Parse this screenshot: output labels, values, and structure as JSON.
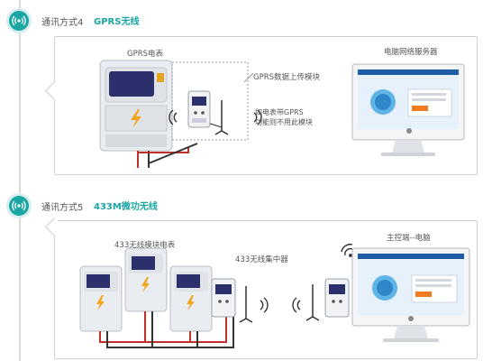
{
  "sections": [
    {
      "label": "通讯方式4",
      "title": "GPRS无线",
      "meter_caption": "GPRS电表",
      "module_caption": "GPRS数据上传模块",
      "note_line1": "如电表带GPRS",
      "note_line2": "功能则不用此模块",
      "server_caption": "电脑网络服务器"
    },
    {
      "label": "通讯方式5",
      "title": "433M微功无线",
      "meter_caption": "433无线模块电表",
      "collector_caption": "433无线集中器",
      "pc_caption": "主控端--电脑"
    }
  ],
  "colors": {
    "accent": "#1aa6a3",
    "meter_body": "#e9ecf0",
    "screen": "#2b2f6b",
    "wire_red": "#c0302a",
    "wire_dark": "#333333"
  },
  "icons": [
    "wifi-icon",
    "lightning-icon",
    "apple-icon",
    "signal-waves-icon"
  ]
}
